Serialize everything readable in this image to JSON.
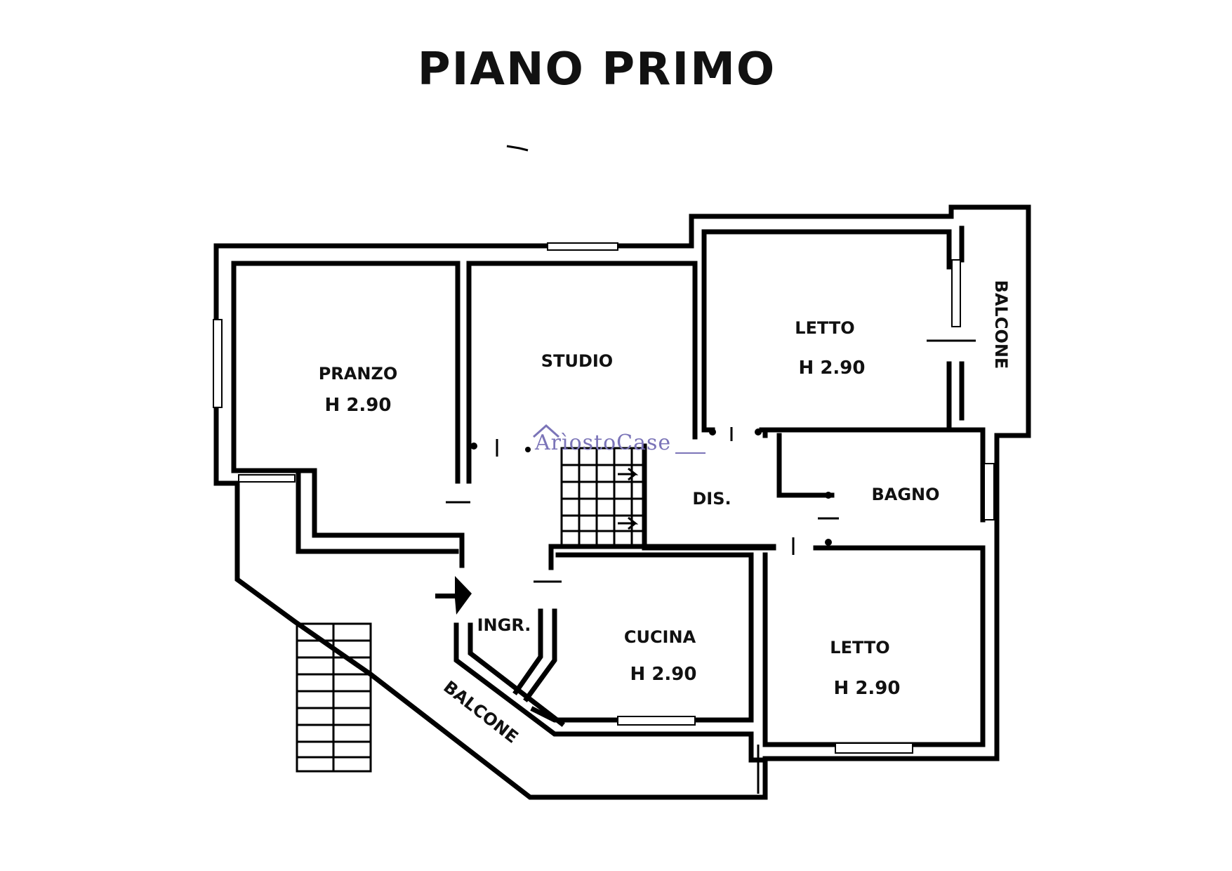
{
  "title": "PIANO PRIMO",
  "watermark": "ArìostoCase",
  "rooms": {
    "pranzo": {
      "name": "PRANZO",
      "height": "H 2.90"
    },
    "studio": {
      "name": "STUDIO"
    },
    "letto_top": {
      "name": "LETTO",
      "height": "H 2.90"
    },
    "balcone_right": {
      "name": "BALCONE"
    },
    "dis": {
      "name": "DIS."
    },
    "bagno": {
      "name": "BAGNO"
    },
    "ingr": {
      "name": "INGR."
    },
    "cucina": {
      "name": "CUCINA",
      "height": "H 2.90"
    },
    "letto_bottom": {
      "name": "LETTO",
      "height": "H 2.90"
    },
    "balcone_bottom": {
      "name": "BALCONE"
    }
  }
}
